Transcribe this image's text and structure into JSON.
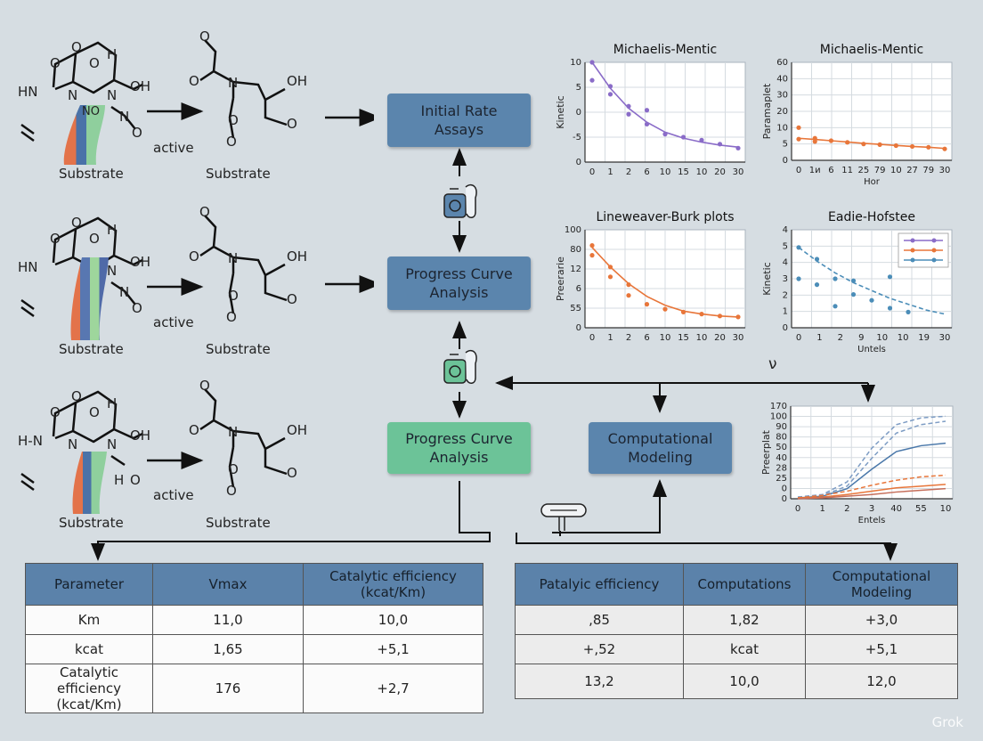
{
  "molecules": {
    "row1": {
      "left_label": "Substrate",
      "arrow_label": "active",
      "right_label": "Substrate"
    },
    "row2": {
      "left_label": "Substrate",
      "arrow_label": "active",
      "right_label": "Substrate"
    },
    "row3": {
      "left_label": "Substrate",
      "arrow_label": "active",
      "right_label": "Substrate"
    },
    "atoms": {
      "o": "O",
      "h": "H",
      "n": "N",
      "hn": "HN",
      "oh": "OH",
      "hn3": "H‑N",
      "no": "NO"
    }
  },
  "boxes": {
    "initial_rate": "Initial Rate\nAssays",
    "progress_curve_1": "Progress Curve\nAnalysis",
    "progress_curve_2": "Progress Curve\nAnalysis",
    "computational": "Computational\nModeling"
  },
  "colors": {
    "accent_blue": "#5b85ad",
    "accent_green": "#6cc398",
    "purple": "#8a6cc8",
    "orange": "#e8763a",
    "teal": "#4b8db8"
  },
  "chart_data": [
    {
      "type": "scatter",
      "title": "Michaelis-Mentic",
      "ylabel": "Kinetic",
      "xlabel": "",
      "x_ticks": [
        "0",
        "1",
        "2",
        "6",
        "10",
        "15",
        "10",
        "20",
        "30"
      ],
      "y_ticks": [
        "0",
        "-5",
        "0",
        "5",
        "10"
      ],
      "series": [
        {
          "color": "#8a6cc8",
          "points": [
            [
              0,
              10
            ],
            [
              0,
              8.2
            ],
            [
              1,
              7.6
            ],
            [
              1,
              6.8
            ],
            [
              2,
              5.6
            ],
            [
              2,
              4.8
            ],
            [
              3,
              5.2
            ],
            [
              3,
              3.8
            ],
            [
              4,
              2.8
            ],
            [
              5,
              2.5
            ],
            [
              6,
              2.2
            ],
            [
              7,
              1.8
            ],
            [
              8,
              1.4
            ]
          ]
        }
      ],
      "fit": [
        [
          0,
          10
        ],
        [
          1,
          7.4
        ],
        [
          2,
          5.4
        ],
        [
          3,
          4.0
        ],
        [
          4,
          3.0
        ],
        [
          5,
          2.4
        ],
        [
          6,
          2.0
        ],
        [
          7,
          1.7
        ],
        [
          8,
          1.5
        ]
      ],
      "ylim": [
        0,
        10
      ],
      "grid": true
    },
    {
      "type": "scatter",
      "title": "Michaelis-Mentic",
      "ylabel": "Paramaplet",
      "xlabel": "Hor",
      "x_ticks": [
        "0",
        "1и",
        "6",
        "11",
        "25",
        "79",
        "10",
        "27",
        "79",
        "30"
      ],
      "y_ticks": [
        "0",
        "5",
        "10",
        "20",
        "30",
        "40",
        "60"
      ],
      "series": [
        {
          "color": "#e8763a",
          "points": [
            [
              0,
              20
            ],
            [
              0,
              13
            ],
            [
              1,
              13.5
            ],
            [
              1,
              11.5
            ],
            [
              2,
              12
            ],
            [
              3,
              11
            ],
            [
              4,
              10
            ],
            [
              5,
              9.6
            ],
            [
              6,
              9
            ],
            [
              7,
              8.5
            ],
            [
              8,
              8
            ],
            [
              9,
              7
            ]
          ]
        }
      ],
      "fit": [
        [
          0,
          13.5
        ],
        [
          1,
          12.8
        ],
        [
          2,
          12
        ],
        [
          3,
          11.2
        ],
        [
          4,
          10.4
        ],
        [
          5,
          9.8
        ],
        [
          6,
          9.1
        ],
        [
          7,
          8.5
        ],
        [
          8,
          8
        ],
        [
          9,
          7.3
        ]
      ],
      "ylim": [
        0,
        60
      ],
      "grid": true
    },
    {
      "type": "scatter",
      "title": "Lineweaver-Burk plots",
      "ylabel": "Preerarie",
      "xlabel": "",
      "x_ticks": [
        "0",
        "1",
        "2",
        "6",
        "10",
        "15",
        "10",
        "20",
        "30"
      ],
      "y_ticks": [
        "0",
        "55",
        "6",
        "12",
        "80",
        "100"
      ],
      "series": [
        {
          "color": "#e8763a",
          "points": [
            [
              0,
              84
            ],
            [
              0,
              74
            ],
            [
              1,
              62
            ],
            [
              1,
              52
            ],
            [
              2,
              44
            ],
            [
              2,
              33
            ],
            [
              3,
              24
            ],
            [
              4,
              19
            ],
            [
              5,
              16
            ],
            [
              6,
              14
            ],
            [
              7,
              12
            ],
            [
              8,
              11
            ]
          ]
        }
      ],
      "fit": [
        [
          0,
          82
        ],
        [
          1,
          62
        ],
        [
          2,
          45
        ],
        [
          3,
          32
        ],
        [
          4,
          23
        ],
        [
          5,
          17
        ],
        [
          6,
          14
        ],
        [
          7,
          12
        ],
        [
          8,
          11
        ]
      ],
      "ylim": [
        0,
        100
      ],
      "grid": true
    },
    {
      "type": "scatter",
      "title": "Eadie-Hofstee",
      "ylabel": "Kinetic",
      "xlabel": "Untels",
      "x_ticks": [
        "0",
        "1",
        "2",
        "9",
        "10",
        "10",
        "19",
        "30"
      ],
      "y_ticks": [
        "0",
        "1",
        "2",
        "3",
        "4",
        "5",
        "4"
      ],
      "legend": {
        "position": "top-right",
        "colors": [
          "#8a6cc8",
          "#e8763a",
          "#4b8db8"
        ]
      },
      "series": [
        {
          "color": "#4b8db8",
          "points": [
            [
              0,
              4.1
            ],
            [
              0,
              2.5
            ],
            [
              1,
              3.5
            ],
            [
              1,
              2.2
            ],
            [
              2,
              2.5
            ],
            [
              2,
              1.1
            ],
            [
              3,
              2.4
            ],
            [
              3,
              1.7
            ],
            [
              4,
              1.4
            ],
            [
              5,
              2.6
            ],
            [
              5,
              1.0
            ],
            [
              6,
              0.8
            ]
          ]
        }
      ],
      "fit": [
        [
          0,
          4.1
        ],
        [
          1,
          3.4
        ],
        [
          2,
          2.8
        ],
        [
          3,
          2.3
        ],
        [
          4,
          1.9
        ],
        [
          5,
          1.5
        ],
        [
          6,
          1.2
        ],
        [
          7,
          0.9
        ],
        [
          8,
          0.7
        ]
      ],
      "ylim": [
        0,
        5
      ],
      "grid": true
    },
    {
      "type": "line",
      "title": "",
      "ylabel": "Preerplat",
      "xlabel": "Entels",
      "x_ticks": [
        "0",
        "1",
        "2",
        "3",
        "40",
        "55",
        "10"
      ],
      "y_ticks": [
        "0",
        "0",
        "25",
        "28",
        "40",
        "50",
        "80",
        "90",
        "100",
        "170"
      ],
      "series": [
        {
          "color": "#7d9cc4",
          "dashed": true,
          "points": [
            [
              0,
              2
            ],
            [
              1,
              5
            ],
            [
              2,
              20
            ],
            [
              3,
              60
            ],
            [
              4,
              88
            ],
            [
              5,
              96
            ],
            [
              6,
              98
            ]
          ]
        },
        {
          "color": "#7d9cc4",
          "dashed": true,
          "points": [
            [
              0,
              2
            ],
            [
              1,
              4
            ],
            [
              2,
              15
            ],
            [
              3,
              48
            ],
            [
              4,
              78
            ],
            [
              5,
              88
            ],
            [
              6,
              92
            ]
          ]
        },
        {
          "color": "#4a78aa",
          "dashed": false,
          "points": [
            [
              0,
              1
            ],
            [
              1,
              3
            ],
            [
              2,
              12
            ],
            [
              3,
              35
            ],
            [
              4,
              56
            ],
            [
              5,
              63
            ],
            [
              6,
              66
            ]
          ]
        },
        {
          "color": "#e8763a",
          "dashed": true,
          "points": [
            [
              0,
              1
            ],
            [
              1,
              4
            ],
            [
              2,
              9
            ],
            [
              3,
              16
            ],
            [
              4,
              22
            ],
            [
              5,
              26
            ],
            [
              6,
              28
            ]
          ]
        },
        {
          "color": "#e8763a",
          "dashed": false,
          "points": [
            [
              0,
              1
            ],
            [
              1,
              2
            ],
            [
              2,
              5
            ],
            [
              3,
              9
            ],
            [
              4,
              13
            ],
            [
              5,
              15
            ],
            [
              6,
              17
            ]
          ]
        },
        {
          "color": "#c66e5a",
          "dashed": false,
          "points": [
            [
              0,
              0
            ],
            [
              1,
              1
            ],
            [
              2,
              3
            ],
            [
              3,
              5
            ],
            [
              4,
              8
            ],
            [
              5,
              10
            ],
            [
              6,
              12
            ]
          ]
        }
      ],
      "ylim": [
        0,
        110
      ],
      "grid": true
    }
  ],
  "left_table": {
    "headers": [
      "Parameter",
      "Vmax",
      "Catalytic efficiency\n(kcat/Km)"
    ],
    "rows": [
      [
        "Km",
        "11,0",
        "10,0"
      ],
      [
        "kcat",
        "1,65",
        "+5,1"
      ],
      [
        "Catalytic efficiency\n(kcat/Km)",
        "176",
        "+2,7"
      ]
    ]
  },
  "right_table": {
    "headers": [
      "Patalyic efficiency",
      "Computations",
      "Computational\nModeling"
    ],
    "rows": [
      [
        ",85",
        "1,82",
        "+3,0"
      ],
      [
        "+,52",
        "kcat",
        "+5,1"
      ],
      [
        "13,2",
        "10,0",
        "12,0"
      ]
    ]
  },
  "misc": {
    "v_mark": "ν",
    "watermark": "Grok"
  }
}
